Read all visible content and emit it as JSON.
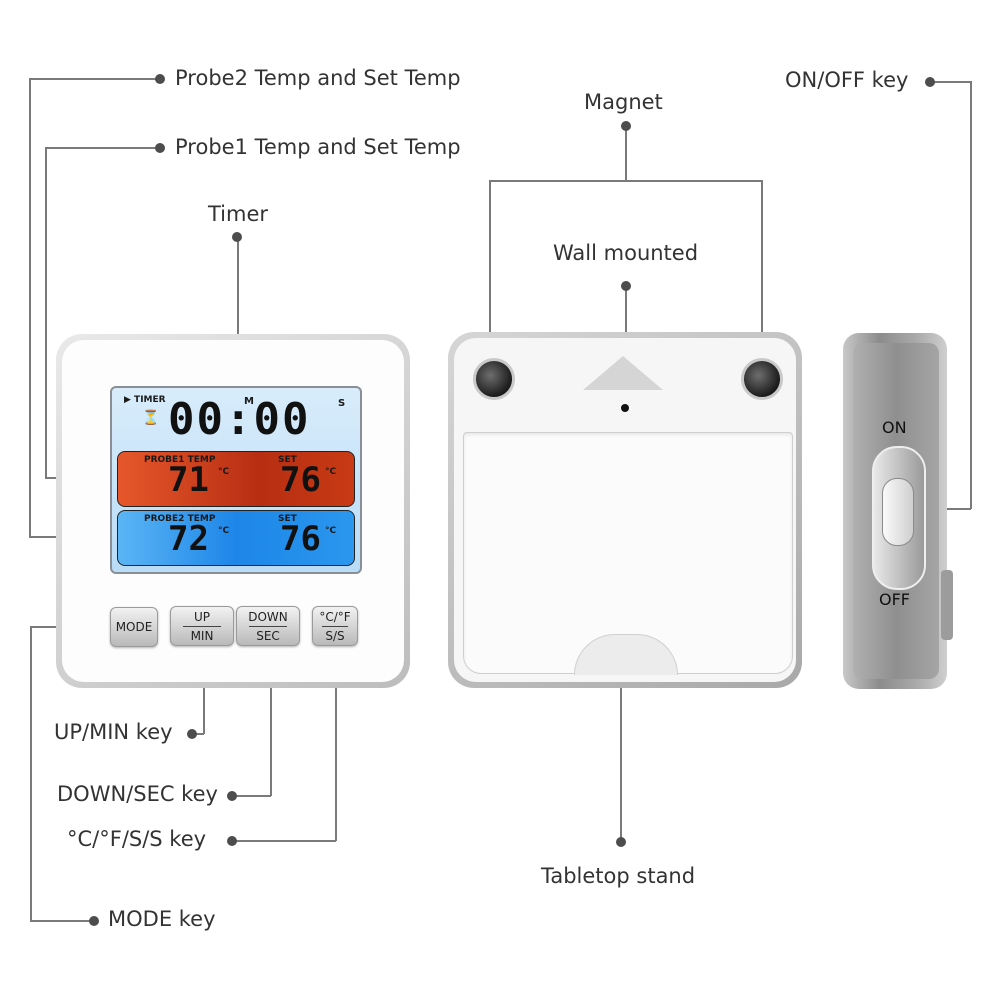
{
  "callouts": {
    "probe2": "Probe2 Temp and Set Temp",
    "probe1": "Probe1 Temp and Set Temp",
    "timer": "Timer",
    "magnet": "Magnet",
    "wall_mounted": "Wall mounted",
    "onoff": "ON/OFF key",
    "upmin": "UP/MIN key",
    "downsec": "DOWN/SEC key",
    "cfss": "°C/°F/S/S key",
    "mode": "MODE  key",
    "tabletop": "Tabletop stand"
  },
  "lcd": {
    "timer_label": "▶ TIMER",
    "timer_value": "00:00",
    "min_mark": "M",
    "sec_mark": "S",
    "probe1_label": "PROBE1  TEMP",
    "probe1_value": "71",
    "probe1_set_label": "SET",
    "probe1_set_value": "76",
    "probe2_label": "PROBE2  TEMP",
    "probe2_value": "72",
    "probe2_set_label": "SET",
    "probe2_set_value": "76",
    "unit": "°C"
  },
  "buttons": {
    "mode": "MODE",
    "up_top": "UP",
    "up_bottom": "MIN",
    "down_top": "DOWN",
    "down_bottom": "SEC",
    "cf_top": "°C/°F",
    "cf_bottom": "S/S"
  },
  "switch": {
    "on": "ON",
    "off": "OFF"
  },
  "colors": {
    "red_band": "#c83a14",
    "blue_band": "#1d86e8",
    "lcd_bg": "#c9e4f9"
  }
}
